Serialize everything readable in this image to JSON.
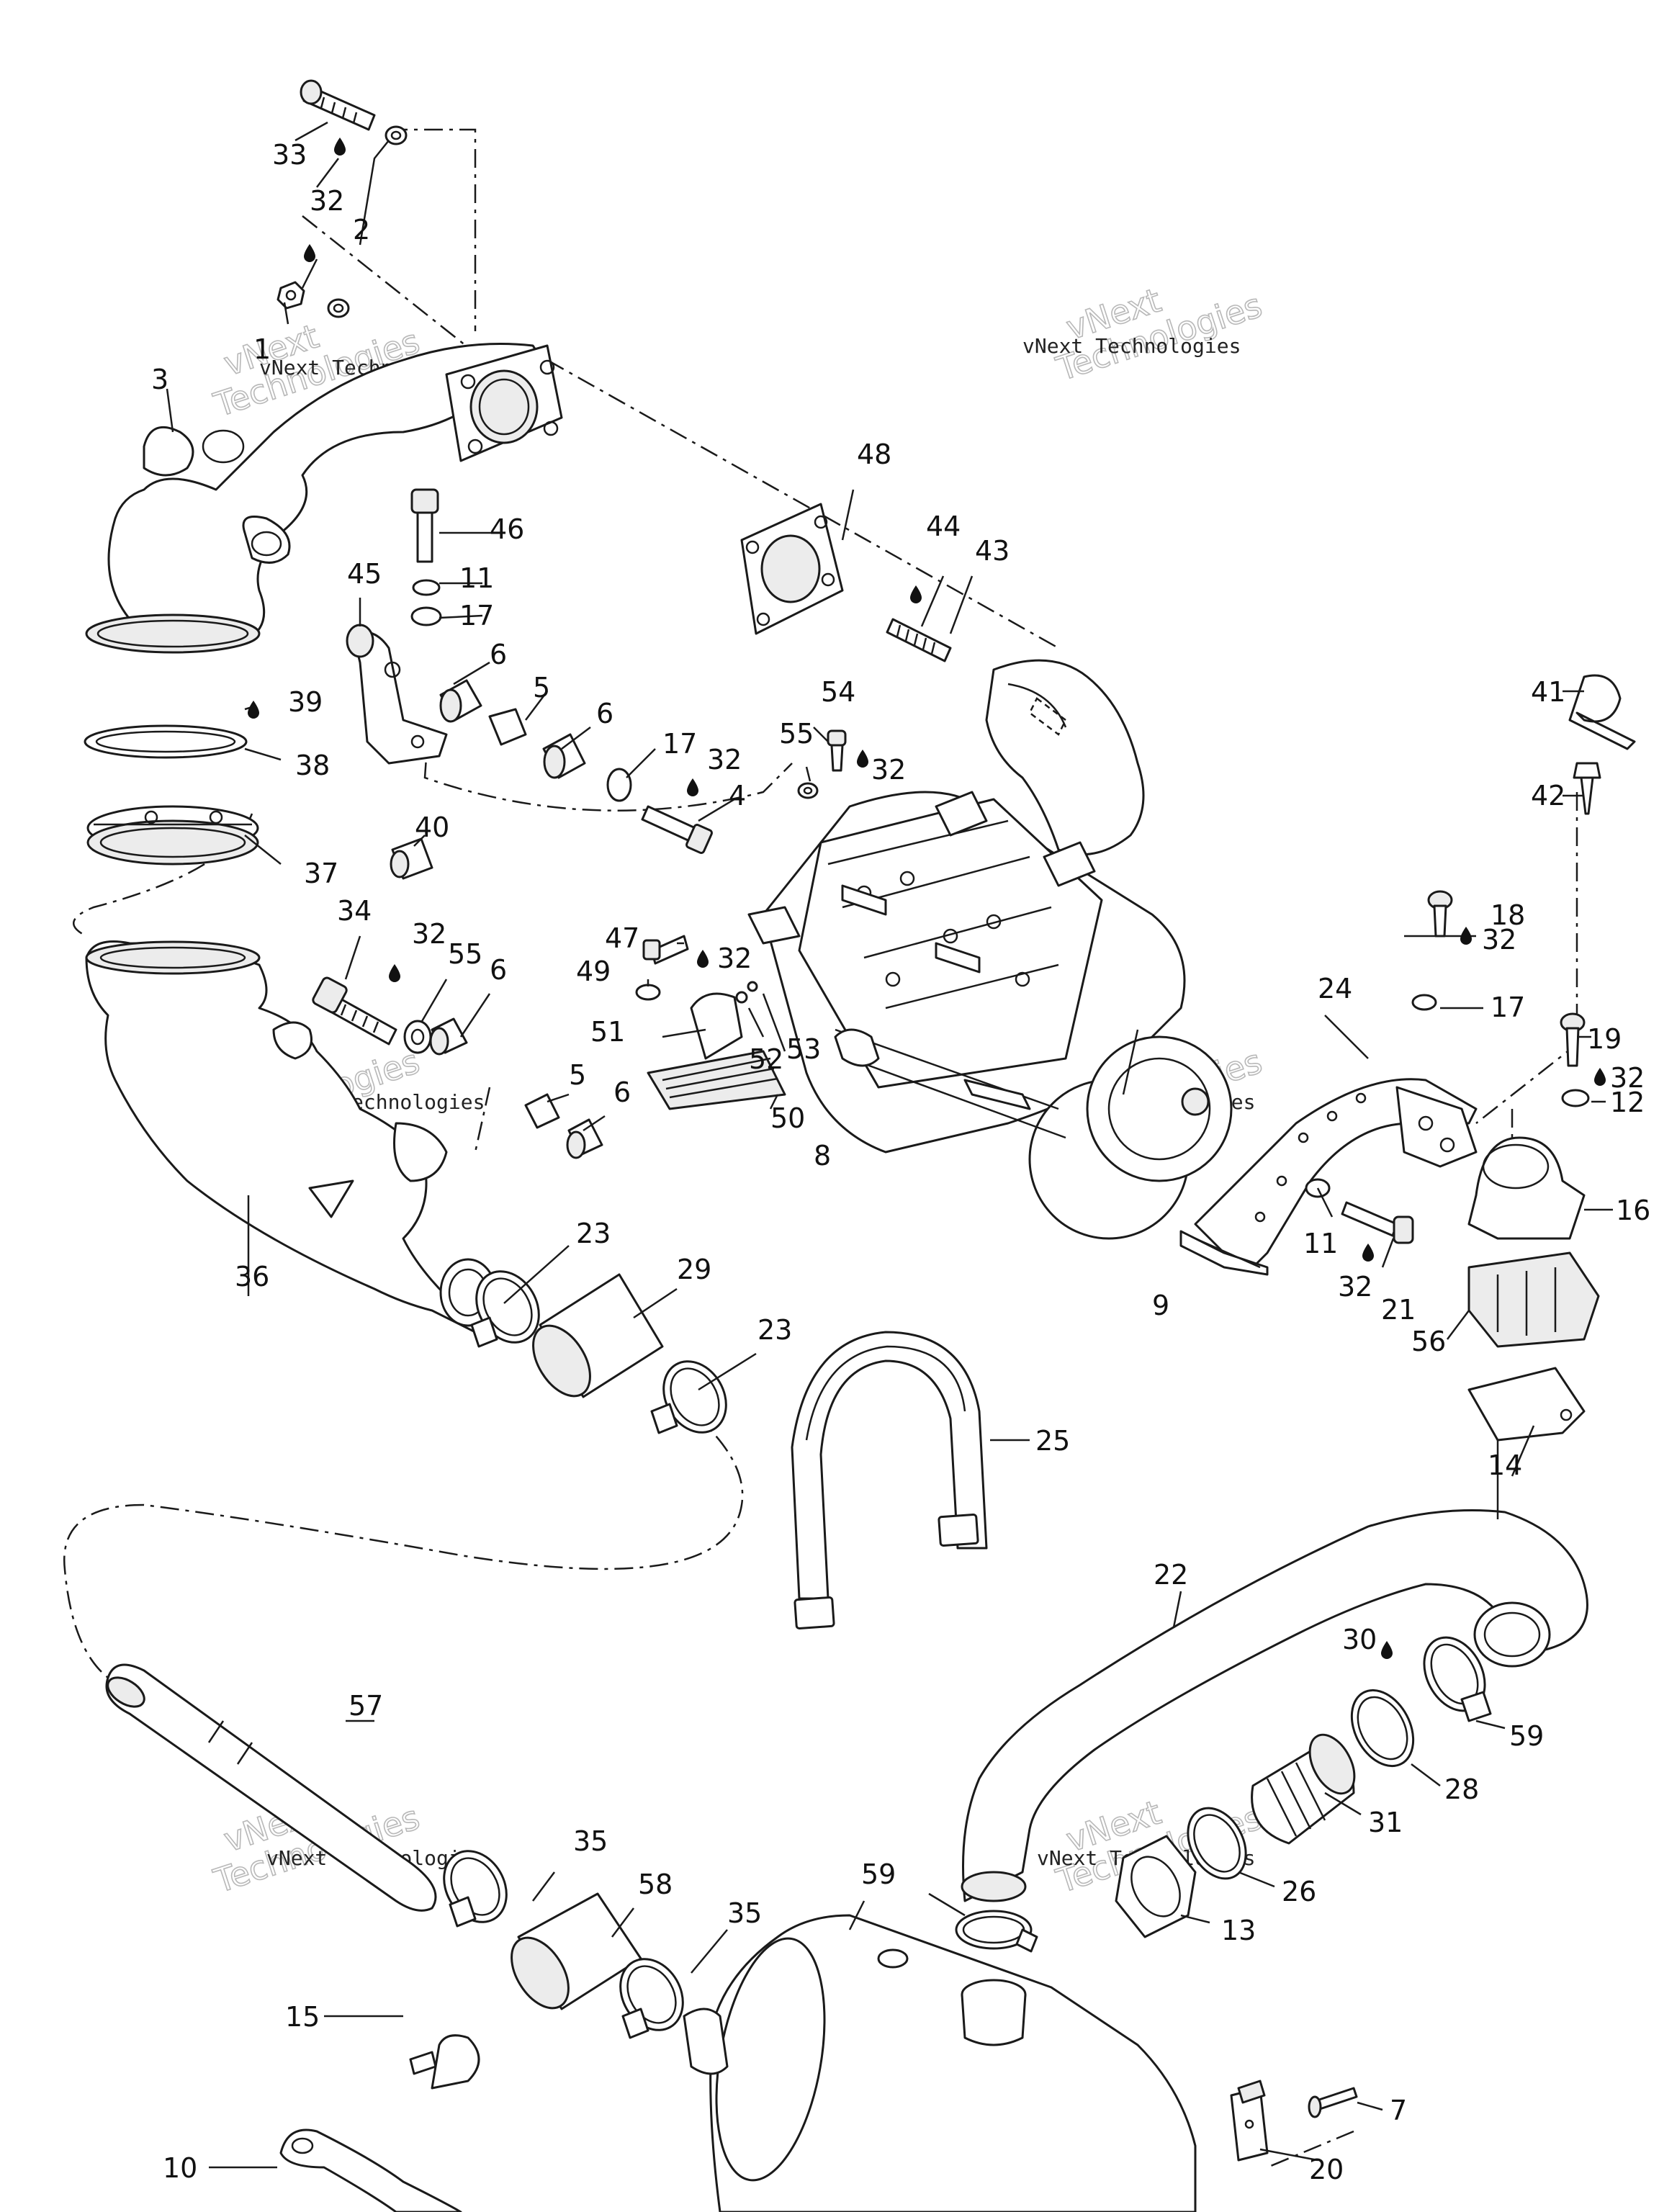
{
  "watermark": {
    "line1": "vNext",
    "line2": "Technologies",
    "line3": "vNext Technologies"
  },
  "colors": {
    "ink": "#1a1a1a",
    "paper": "#ffffff",
    "watermark": "#b8b8b8"
  },
  "callouts": [
    {
      "id": "c1",
      "label": "1"
    },
    {
      "id": "c2",
      "label": "2"
    },
    {
      "id": "c3",
      "label": "3"
    },
    {
      "id": "c4",
      "label": "4"
    },
    {
      "id": "c5a",
      "label": "5"
    },
    {
      "id": "c5b",
      "label": "5"
    },
    {
      "id": "c6a",
      "label": "6"
    },
    {
      "id": "c6b",
      "label": "6"
    },
    {
      "id": "c6c",
      "label": "6"
    },
    {
      "id": "c6d",
      "label": "6"
    },
    {
      "id": "c7",
      "label": "7"
    },
    {
      "id": "c8",
      "label": "8"
    },
    {
      "id": "c9",
      "label": "9"
    },
    {
      "id": "c10",
      "label": "10"
    },
    {
      "id": "c11a",
      "label": "11"
    },
    {
      "id": "c11b",
      "label": "11"
    },
    {
      "id": "c12",
      "label": "12"
    },
    {
      "id": "c13",
      "label": "13"
    },
    {
      "id": "c14",
      "label": "14"
    },
    {
      "id": "c15",
      "label": "15"
    },
    {
      "id": "c16",
      "label": "16"
    },
    {
      "id": "c17a",
      "label": "17"
    },
    {
      "id": "c17b",
      "label": "17"
    },
    {
      "id": "c17c",
      "label": "17"
    },
    {
      "id": "c18",
      "label": "18"
    },
    {
      "id": "c19",
      "label": "19"
    },
    {
      "id": "c20",
      "label": "20"
    },
    {
      "id": "c21",
      "label": "21"
    },
    {
      "id": "c22",
      "label": "22"
    },
    {
      "id": "c23a",
      "label": "23"
    },
    {
      "id": "c23b",
      "label": "23"
    },
    {
      "id": "c24",
      "label": "24"
    },
    {
      "id": "c25",
      "label": "25"
    },
    {
      "id": "c26",
      "label": "26"
    },
    {
      "id": "c28",
      "label": "28"
    },
    {
      "id": "c29",
      "label": "29"
    },
    {
      "id": "c30",
      "label": "30"
    },
    {
      "id": "c31",
      "label": "31"
    },
    {
      "id": "c32a",
      "label": "32"
    },
    {
      "id": "c32b",
      "label": "32"
    },
    {
      "id": "c32c",
      "label": "32"
    },
    {
      "id": "c32d",
      "label": "32"
    },
    {
      "id": "c32e",
      "label": "32"
    },
    {
      "id": "c32f",
      "label": "32"
    },
    {
      "id": "c32g",
      "label": "32"
    },
    {
      "id": "c32h",
      "label": "32"
    },
    {
      "id": "c33",
      "label": "33"
    },
    {
      "id": "c34",
      "label": "34"
    },
    {
      "id": "c35a",
      "label": "35"
    },
    {
      "id": "c35b",
      "label": "35"
    },
    {
      "id": "c36",
      "label": "36"
    },
    {
      "id": "c37",
      "label": "37"
    },
    {
      "id": "c38",
      "label": "38"
    },
    {
      "id": "c39",
      "label": "39"
    },
    {
      "id": "c40",
      "label": "40"
    },
    {
      "id": "c41",
      "label": "41"
    },
    {
      "id": "c42",
      "label": "42"
    },
    {
      "id": "c43",
      "label": "43"
    },
    {
      "id": "c44",
      "label": "44"
    },
    {
      "id": "c45",
      "label": "45"
    },
    {
      "id": "c46",
      "label": "46"
    },
    {
      "id": "c47",
      "label": "47"
    },
    {
      "id": "c48",
      "label": "48"
    },
    {
      "id": "c49",
      "label": "49"
    },
    {
      "id": "c50",
      "label": "50"
    },
    {
      "id": "c51",
      "label": "51"
    },
    {
      "id": "c52",
      "label": "52"
    },
    {
      "id": "c53",
      "label": "53"
    },
    {
      "id": "c54",
      "label": "54"
    },
    {
      "id": "c55a",
      "label": "55"
    },
    {
      "id": "c55b",
      "label": "55"
    },
    {
      "id": "c56",
      "label": "56"
    },
    {
      "id": "c57",
      "label": "57"
    },
    {
      "id": "c58",
      "label": "58"
    },
    {
      "id": "c59a",
      "label": "59"
    },
    {
      "id": "c59b",
      "label": "59"
    }
  ]
}
